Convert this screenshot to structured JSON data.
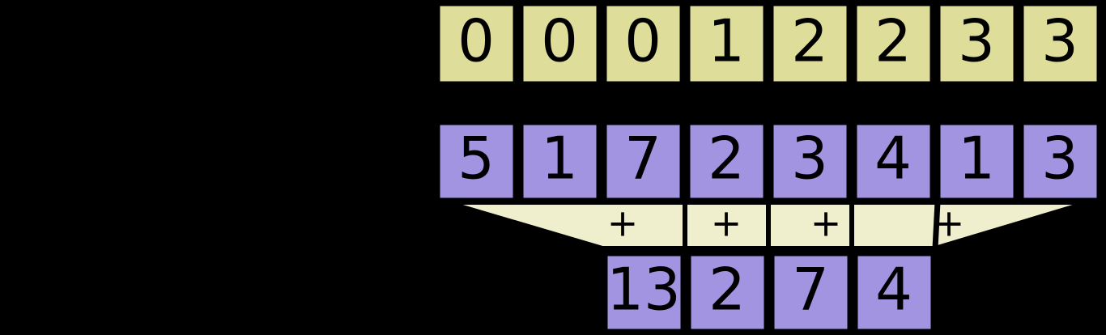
{
  "diagram": {
    "title": "Segmented scan / reduction diagram",
    "colors": {
      "background": "#000000",
      "segment_row_fill": "#DEDE9A",
      "data_row_fill": "#A294E0",
      "connector_fill": "#EFEFCE",
      "stroke": "#000000"
    },
    "segment_row": {
      "name": "segment-ids-row",
      "values": [
        "0",
        "0",
        "0",
        "1",
        "2",
        "2",
        "3",
        "3"
      ]
    },
    "data_row": {
      "name": "input-values-row",
      "values": [
        "5",
        "1",
        "7",
        "2",
        "3",
        "4",
        "1",
        "3"
      ]
    },
    "connector_row": {
      "name": "reduction-connector-row",
      "operators": [
        "+",
        "+",
        "+",
        "+"
      ]
    },
    "result_row": {
      "name": "output-values-row",
      "values": [
        "13",
        "2",
        "7",
        "4"
      ]
    }
  }
}
